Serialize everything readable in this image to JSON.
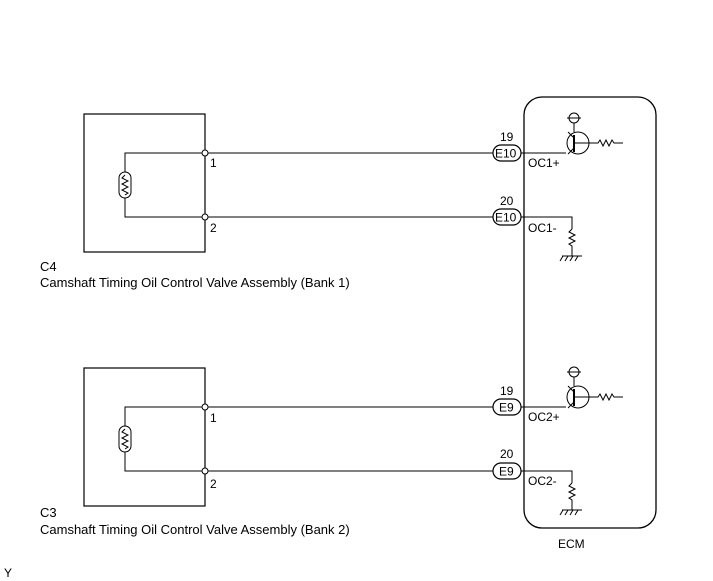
{
  "ecm": {
    "label": "ECM"
  },
  "bank1": {
    "connector_id": "C4",
    "caption": "Camshaft Timing Oil Control Valve Assembly (Bank 1)",
    "pin1": "1",
    "pin2": "2",
    "term1": {
      "ecm_pin": "19",
      "connector": "E10",
      "signal": "OC1+"
    },
    "term2": {
      "ecm_pin": "20",
      "connector": "E10",
      "signal": "OC1-"
    }
  },
  "bank2": {
    "connector_id": "C3",
    "caption": "Camshaft Timing Oil Control Valve Assembly (Bank 2)",
    "pin1": "1",
    "pin2": "2",
    "term1": {
      "ecm_pin": "19",
      "connector": "E9",
      "signal": "OC2+"
    },
    "term2": {
      "ecm_pin": "20",
      "connector": "E9",
      "signal": "OC2-"
    }
  },
  "corner_mark": "Y"
}
